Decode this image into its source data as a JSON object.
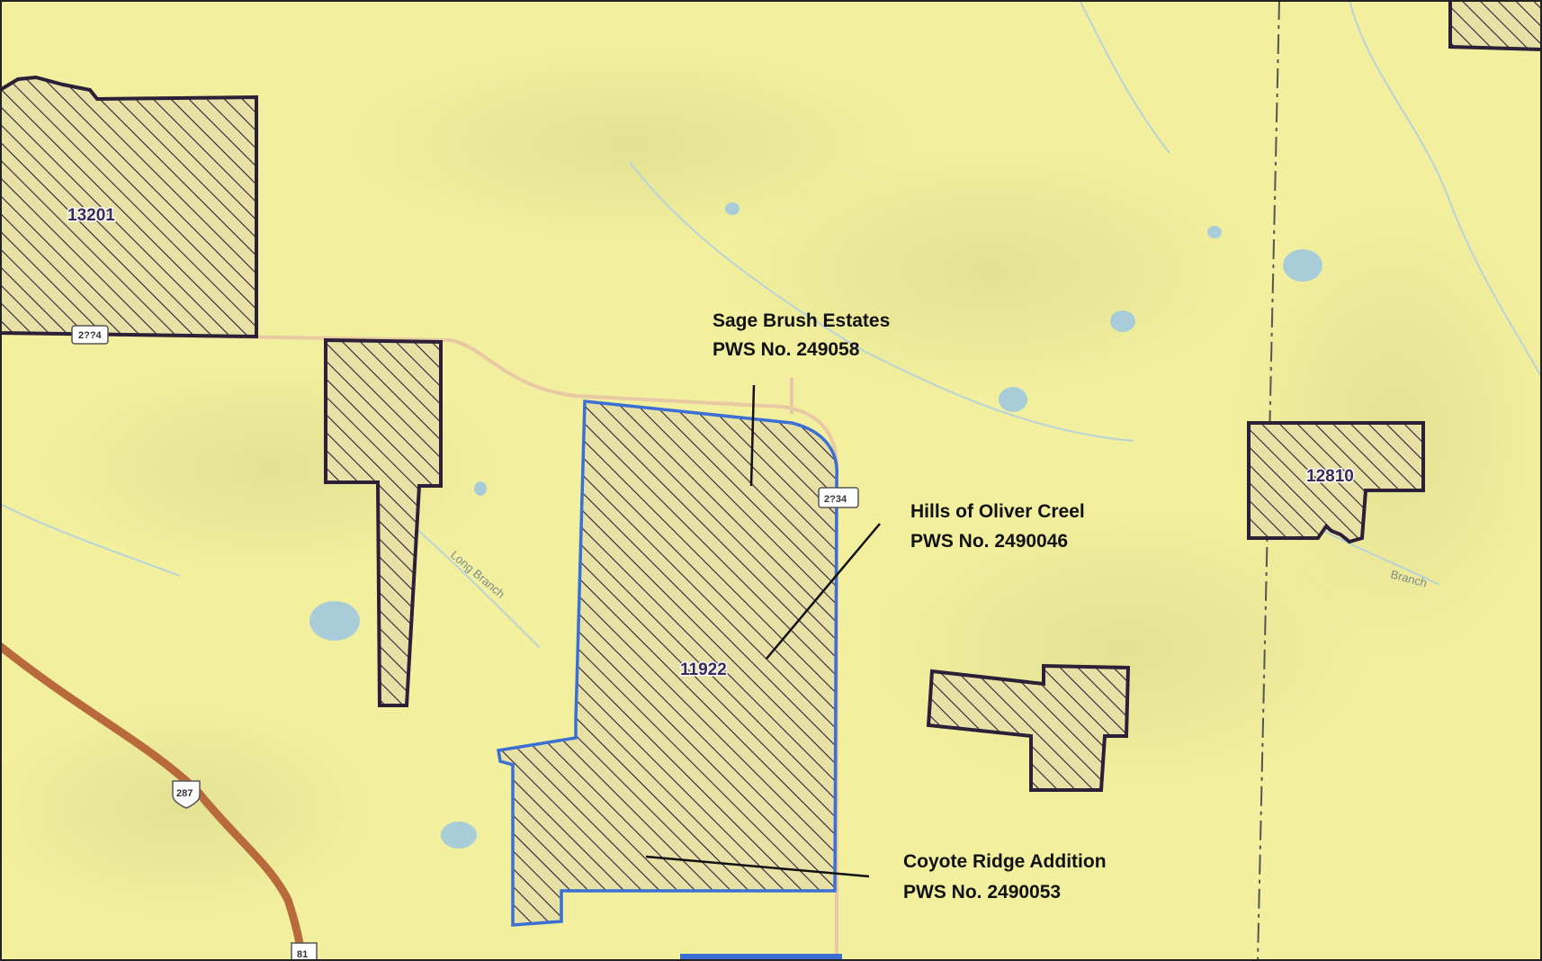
{
  "map": {
    "colors": {
      "background": "#f2ef9e",
      "parcel_fill": "#e8e1a6",
      "parcel_outline": "#2c1f38",
      "hatch": "#2c1f38",
      "service_area_outline": "#3b6fd4",
      "road_primary": "#b86a3d",
      "road_secondary": "#e9c9a3",
      "water": "#a9cdd8",
      "section_line": "#555555"
    },
    "parcel_ids": {
      "p13201": "13201",
      "p12810": "12810",
      "p11922": "11922"
    },
    "callouts": {
      "sage_brush": {
        "name": "Sage Brush Estates",
        "pws": "PWS No. 249058"
      },
      "hills_oliver": {
        "name": "Hills of Oliver Creel",
        "pws": "PWS No. 2490046"
      },
      "coyote_ridge": {
        "name": "Coyote Ridge Addition",
        "pws": "PWS No. 2490053"
      }
    },
    "feature_labels": {
      "long_branch": "Long Branch",
      "branch_east": "Branch"
    },
    "road_shields": {
      "shield_west": "2??4",
      "shield_center": "2?34",
      "shield_287": "287",
      "shield_81": "81"
    }
  }
}
